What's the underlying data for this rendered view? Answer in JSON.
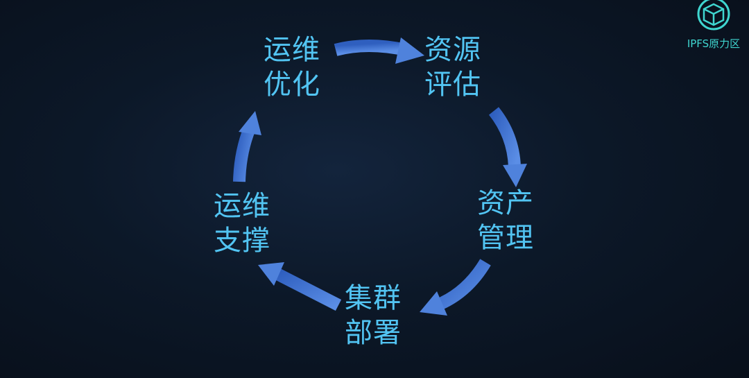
{
  "logo": {
    "text": "IPFS原力区",
    "icon": "cube-in-circle-icon"
  },
  "cycle": [
    {
      "id": "ops-optimize",
      "line1": "运维",
      "line2": "优化"
    },
    {
      "id": "resource-eval",
      "line1": "资源",
      "line2": "评估"
    },
    {
      "id": "asset-mgmt",
      "line1": "资产",
      "line2": "管理"
    },
    {
      "id": "cluster-deploy",
      "line1": "集群",
      "line2": "部署"
    },
    {
      "id": "ops-support",
      "line1": "运维",
      "line2": "支撑"
    }
  ],
  "colors": {
    "text": "#52c4f2",
    "arrow_start": "#2f5fbf",
    "arrow_end": "#5b8ee6",
    "logo": "#3fd6d0"
  }
}
